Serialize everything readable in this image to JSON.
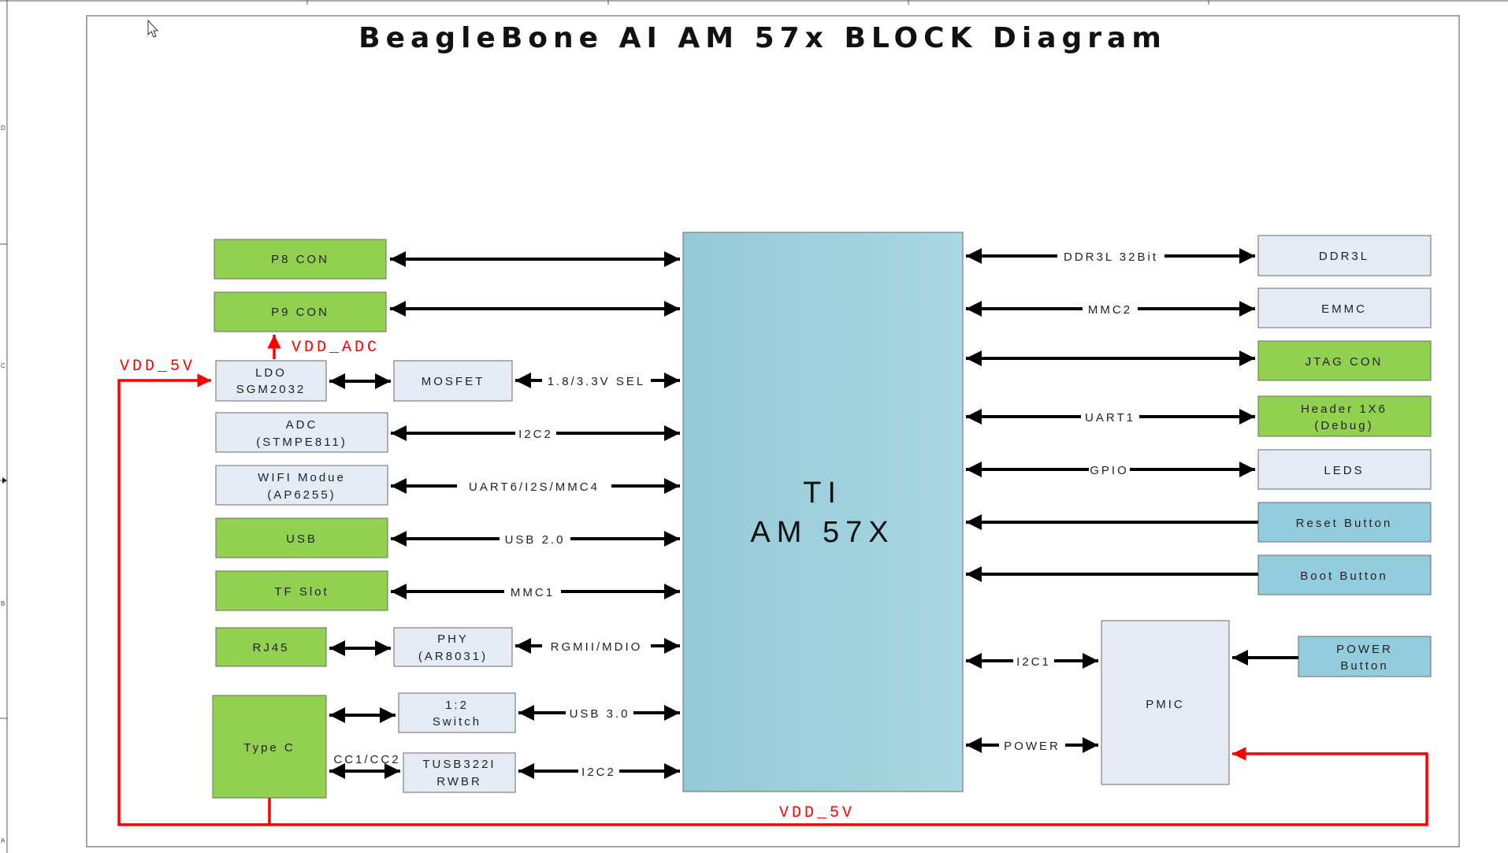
{
  "title": "BeagleBone AI AM 57x BLOCK Diagram",
  "colors": {
    "green": "#92d050",
    "light": "#e4ebf5",
    "blue": "#93cddd",
    "soc": "#9ccfdb",
    "power": "#ff0000",
    "line": "#000000",
    "border": "#6b6b6b"
  },
  "soc": {
    "line1": "TI",
    "line2": "AM 57X"
  },
  "blocks": {
    "p8": "P8 CON",
    "p9": "P9 CON",
    "ldo_1": "LDO",
    "ldo_2": "SGM2032",
    "mosfet": "MOSFET",
    "adc_1": "ADC",
    "adc_2": "(STMPE811)",
    "wifi_1": "WIFI Modue",
    "wifi_2": "(AP6255)",
    "usb": "USB",
    "tf": "TF Slot",
    "rj45": "RJ45",
    "phy_1": "PHY",
    "phy_2": "(AR8031)",
    "typec": "Type C",
    "switch_1": "1:2",
    "switch_2": "Switch",
    "tusb_1": "TUSB322I",
    "tusb_2": "RWBR",
    "ddr3l": "DDR3L",
    "emmc": "EMMC",
    "jtag": "JTAG CON",
    "header_1": "Header 1X6",
    "header_2": "(Debug)",
    "leds": "LEDS",
    "reset": "Reset Button",
    "boot": "Boot Button",
    "pmic": "PMIC",
    "power_btn_1": "POWER",
    "power_btn_2": "Button"
  },
  "buses": {
    "sel": "1.8/3.3V SEL",
    "i2c2_adc": "I2C2",
    "uart6": "UART6/I2S/MMC4",
    "usb2": "USB 2.0",
    "mmc1": "MMC1",
    "rgmii": "RGMII/MDIO",
    "usb3": "USB 3.0",
    "i2c2_tusb": "I2C2",
    "cc": "CC1/CC2",
    "ddr": "DDR3L 32Bit",
    "mmc2": "MMC2",
    "uart1": "UART1",
    "gpio": "GPIO",
    "i2c1": "I2C1",
    "power": "POWER"
  },
  "power_labels": {
    "vdd_adc": "VDD_ADC",
    "vdd_5v_left": "VDD_5V",
    "vdd_5v_bottom": "VDD_5V"
  },
  "ruler": {
    "d": "D",
    "c": "C",
    "b": "B",
    "a": "A"
  }
}
